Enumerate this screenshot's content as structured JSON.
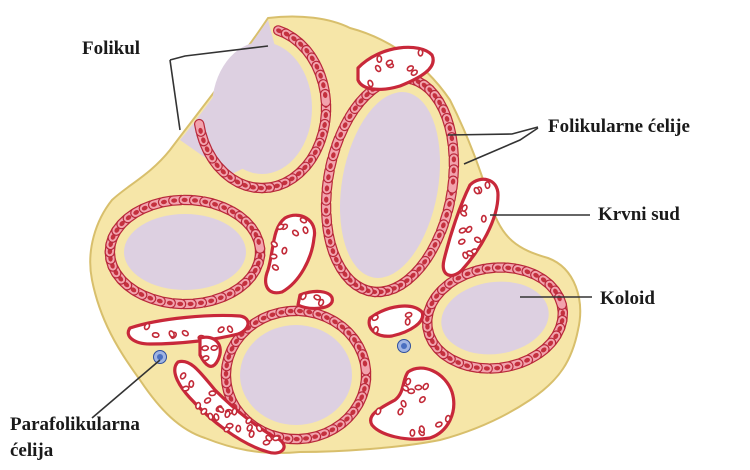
{
  "labels": {
    "folikul": "Folikul",
    "folikularne_celije": "Folikularne ćelije",
    "krvni_sud": "Krvni sud",
    "koloid": "Koloid",
    "parafolikularna_line1": "Parafolikularna",
    "parafolikularna_line2": "ćelija"
  },
  "colors": {
    "stroma": "#f6e6a8",
    "stroma_edge": "#d8bf6c",
    "colloid": "#ddd0e1",
    "cell_fill": "#f2a3ad",
    "cell_edge": "#b8283a",
    "nucleus": "#c4303e",
    "vessel_wall": "#c8283a",
    "blood_cell": "#c22a38",
    "parafollicular": "#4a6fc0",
    "leader": "#333333"
  }
}
